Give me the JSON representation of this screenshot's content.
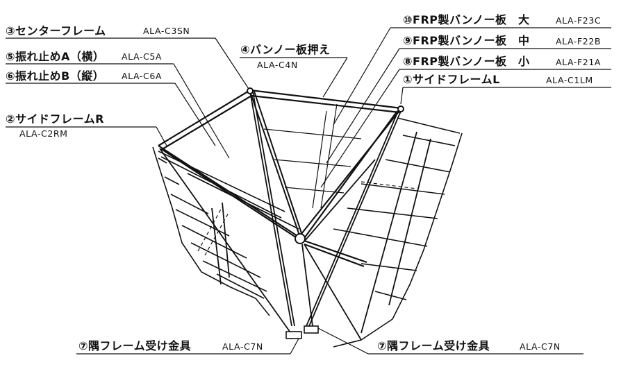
{
  "parts": {
    "side_frame_l": {
      "name": "①サイドフレームL",
      "code": "ALA-C1LM"
    },
    "side_frame_r": {
      "name": "②サイドフレームR",
      "code": "ALA-C2RM"
    },
    "center_frame": {
      "name": "③センターフレーム",
      "code": "ALA-C3SN"
    },
    "bannou_osae": {
      "name": "④バンノー板押え",
      "code": "ALA-C4N"
    },
    "bracing_a": {
      "name": "⑤振れ止めA（横）",
      "code": "ALA-C5A"
    },
    "bracing_b": {
      "name": "⑥振れ止めB（縦）",
      "code": "ALA-C6A"
    },
    "corner_bracket_left": {
      "name": "⑦隅フレーム受け金具",
      "code": "ALA-C7N"
    },
    "corner_bracket_right": {
      "name": "⑦隅フレーム受け金具",
      "code": "ALA-C7N"
    },
    "frp_small": {
      "name": "⑧FRP製バンノー板　小",
      "code": "ALA-F21A"
    },
    "frp_medium": {
      "name": "⑨FRP製バンノー板　中",
      "code": "ALA-F22B"
    },
    "frp_large": {
      "name": "⑩FRP製バンノー板　大",
      "code": "ALA-F23C"
    }
  }
}
